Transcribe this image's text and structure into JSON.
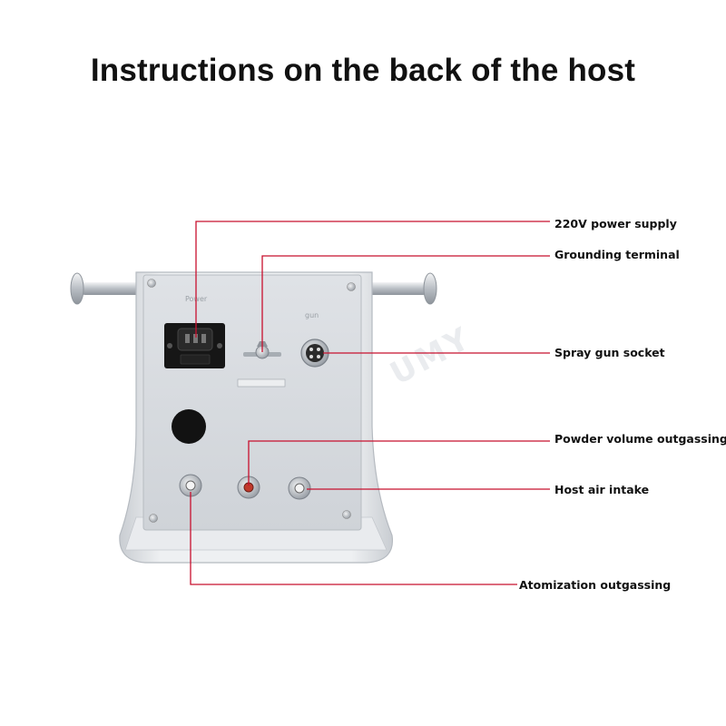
{
  "title": "Instructions on the back of the host",
  "panel_labels": {
    "power": "Power",
    "gun": "gun"
  },
  "watermark": "UMY",
  "callouts": [
    {
      "id": "power-supply",
      "label": "220V power supply"
    },
    {
      "id": "grounding-terminal",
      "label": "Grounding terminal"
    },
    {
      "id": "spray-gun-socket",
      "label": "Spray gun socket"
    },
    {
      "id": "powder-volume-outgassing",
      "label": "Powder volume outgassing"
    },
    {
      "id": "host-air-intake",
      "label": "Host air intake"
    },
    {
      "id": "atomization-outgassing",
      "label": "Atomization outgassing"
    }
  ],
  "colors": {
    "leader_line": "#c8102e",
    "panel": "#d6dadf",
    "frame": "#e3e6e9",
    "text": "#111111"
  }
}
